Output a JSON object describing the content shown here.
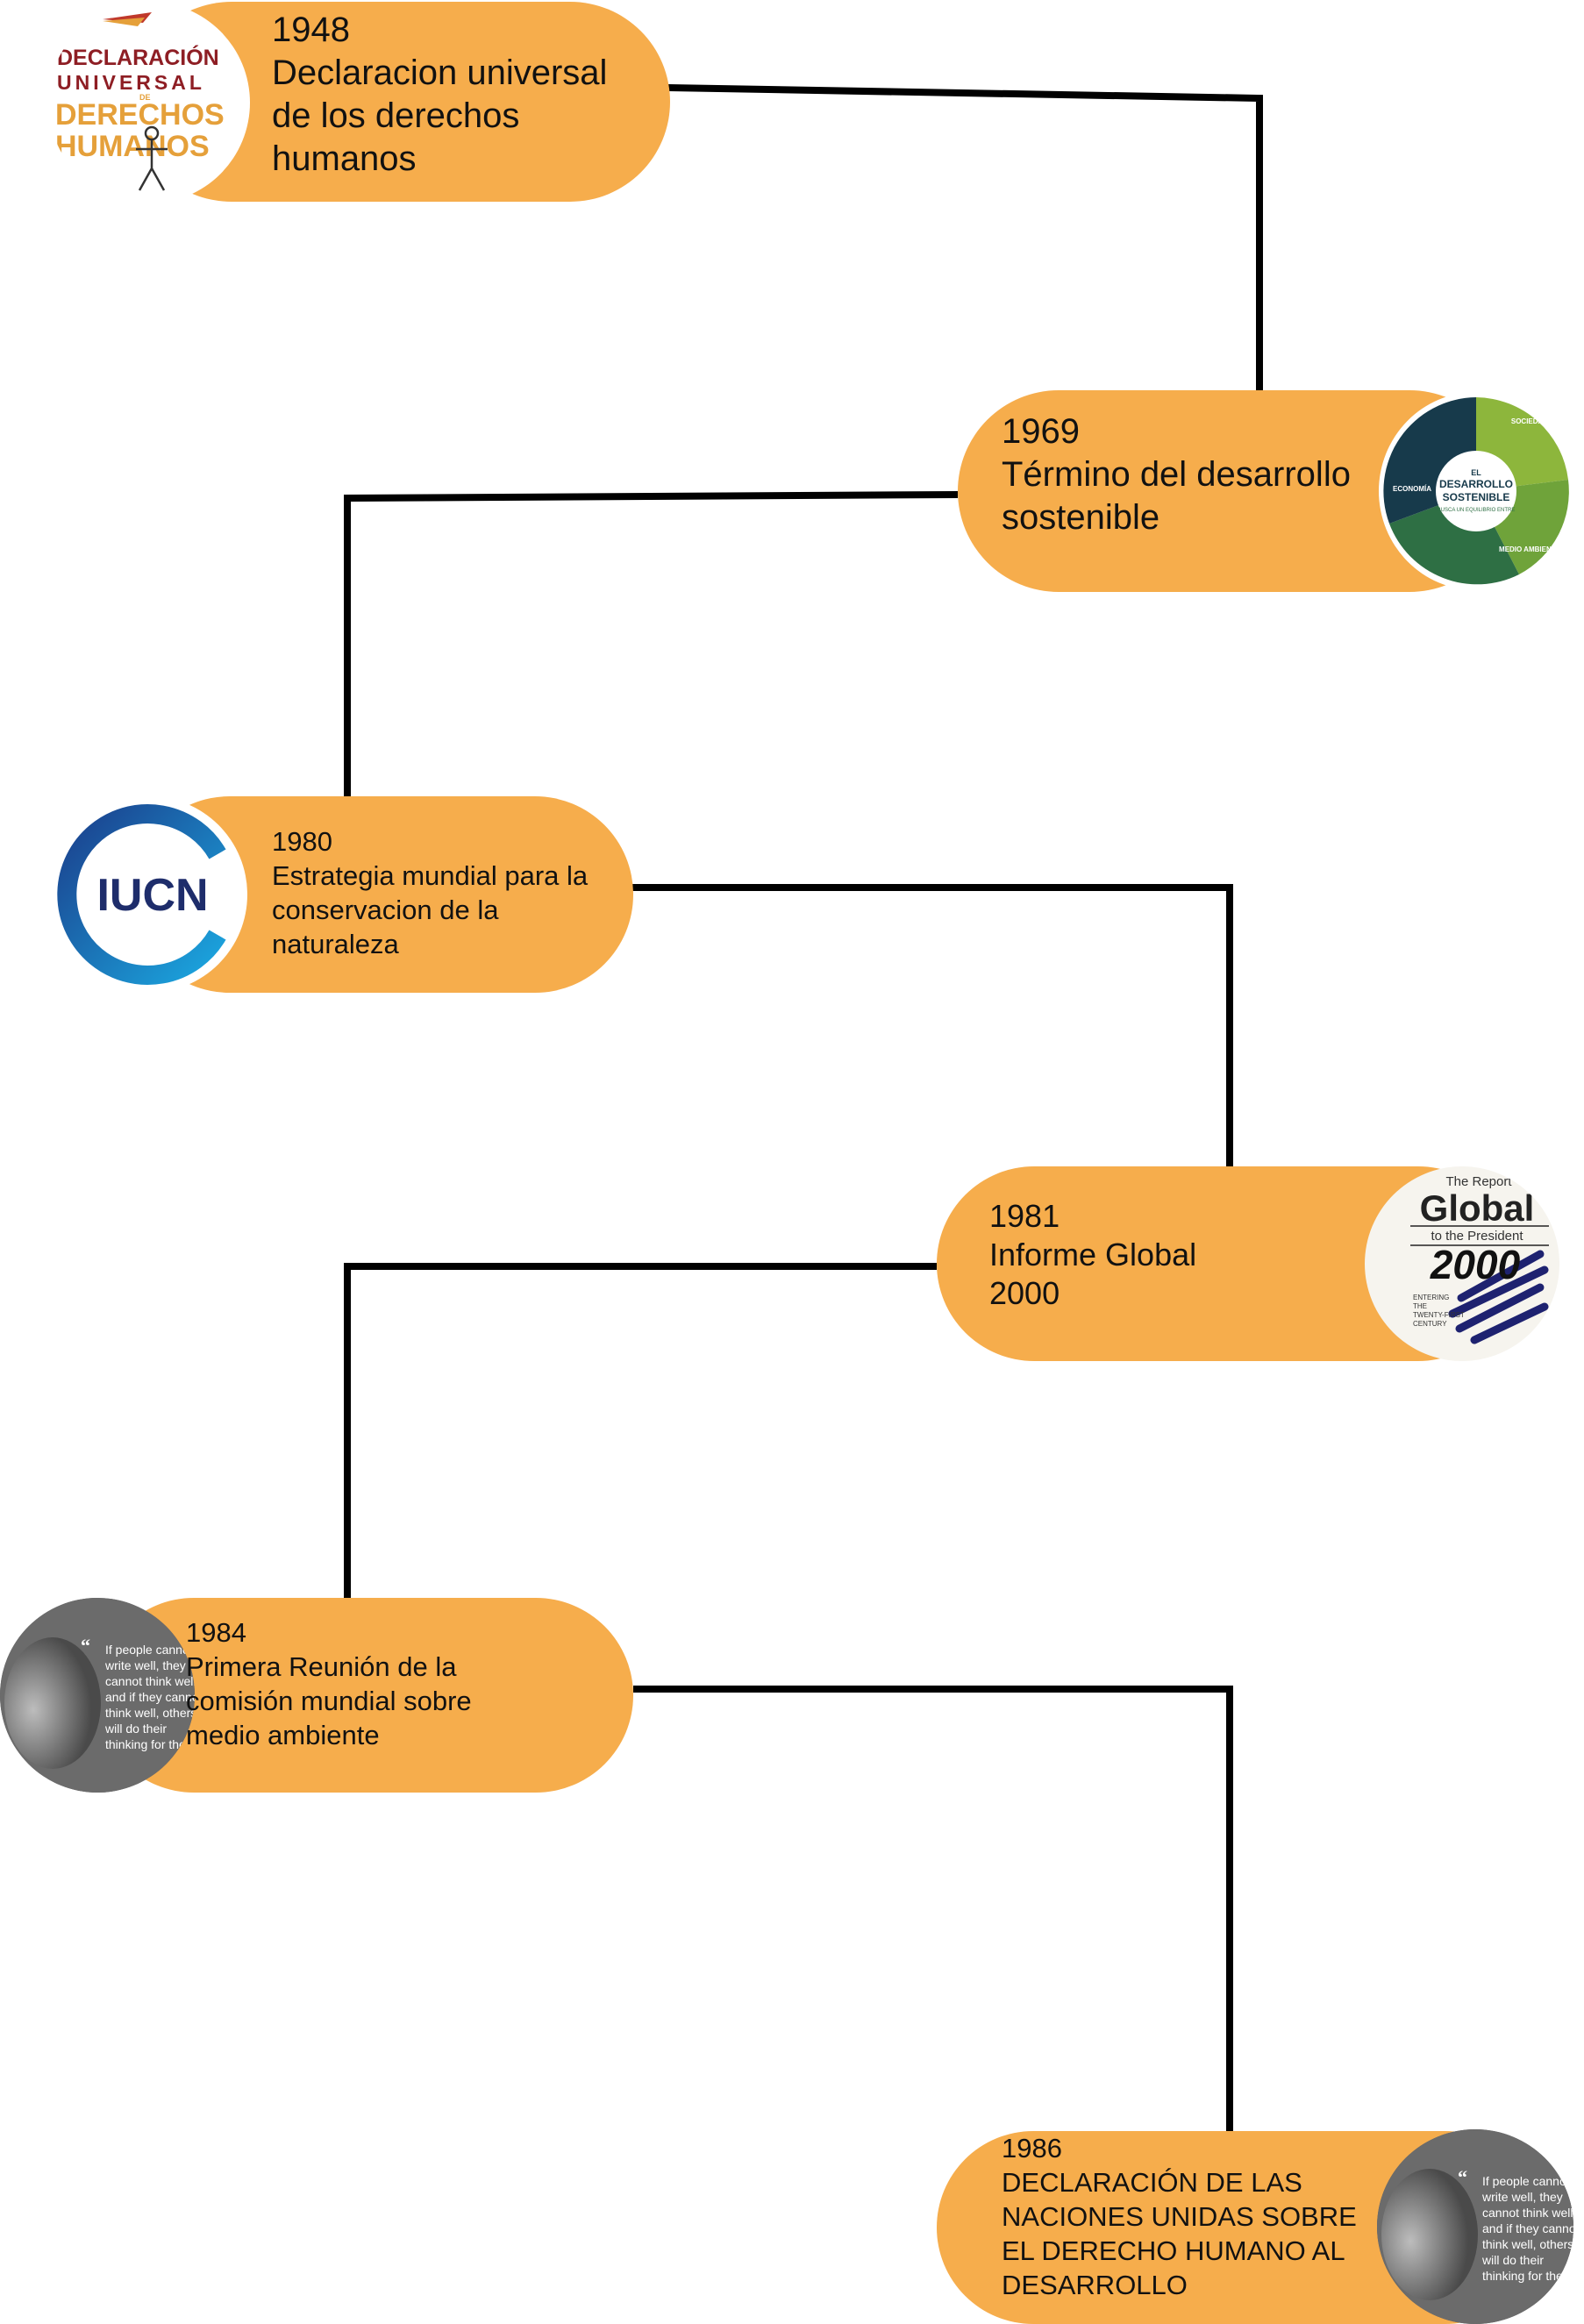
{
  "timeline": {
    "events": [
      {
        "year": "1948",
        "lines": [
          "Declaracion universal",
          "de los derechos",
          "humanos"
        ],
        "logo": {
          "icon": "declaracion-derechos-humanos-logo",
          "words": [
            "DECLARACIÓN",
            "UNIVERSAL",
            "DE",
            "DERECHOS",
            "HUMANOS"
          ]
        }
      },
      {
        "year": "1969",
        "lines": [
          "Término del desarrollo",
          "sostenible"
        ],
        "logo": {
          "icon": "desarrollo-sostenible-diagram",
          "words": [
            "EL",
            "DESARROLLO",
            "SOSTENIBLE",
            "BUSCA UN EQUILIBRIO ENTRE",
            "SOCIEDAD",
            "ECONOMÍA",
            "MEDIO AMBIENTE"
          ]
        }
      },
      {
        "year": "1980",
        "lines": [
          "Estrategia mundial para la",
          "conservacion de la",
          "naturaleza"
        ],
        "logo": {
          "icon": "iucn-logo",
          "words": [
            "IUCN"
          ]
        }
      },
      {
        "year": "1981",
        "lines": [
          "Informe Global",
          "2000"
        ],
        "logo": {
          "icon": "global-2000-report-cover",
          "words": [
            "The Report",
            "Global",
            "to the President",
            "2000",
            "ENTERING",
            "THE",
            "TWENTY-FIRST",
            "CENTURY"
          ]
        }
      },
      {
        "year": "1984",
        "lines": [
          "Primera Reunión de la",
          "comisión mundial sobre",
          "medio ambiente"
        ],
        "logo": {
          "icon": "quote-portrait-photo",
          "words": [
            "If people cannot",
            "write well, they",
            "cannot think well,",
            "and if they cannot",
            "think well, others",
            "will do their",
            "thinking for them."
          ]
        }
      },
      {
        "year": "1986",
        "lines": [
          "DECLARACIÓN DE LAS",
          "NACIONES UNIDAS SOBRE",
          "EL DERECHO HUMANO AL",
          "DESARROLLO"
        ],
        "logo": {
          "icon": "quote-portrait-photo",
          "words": [
            "If people cannot",
            "write well, they",
            "cannot think well,",
            "and if they cannot",
            "think well, others",
            "will do their",
            "thinking for them."
          ]
        }
      }
    ]
  },
  "colors": {
    "pill": "#F6AD4C",
    "connector": "#000000",
    "text": "#111111"
  }
}
